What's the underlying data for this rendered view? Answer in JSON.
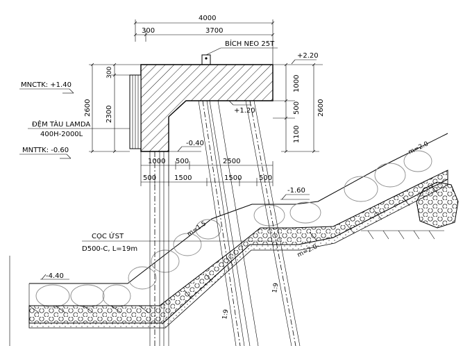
{
  "dims": {
    "total_width": "4000",
    "left_offset": "300",
    "right_span": "3700",
    "cap_total_height": "2600",
    "cap_upper": "300",
    "cap_main": "2300",
    "right_1000": "1000",
    "right_500": "500",
    "right_1100": "1100",
    "right_2600": "2600",
    "below_1000": "1000",
    "below_500a": "500",
    "below_2500": "2500",
    "row2_500a": "500",
    "row2_1500a": "1500",
    "row2_1500b": "1500",
    "row2_500b": "500"
  },
  "levels": {
    "top": "+2.20",
    "mid": "+1.20",
    "bottom_cap": "-0.40",
    "slope_crest": "-1.60",
    "seabed": "-4.40"
  },
  "labels": {
    "bollard": "BÍCH NEO 25T",
    "mnctk": "MNCTK: +1.40",
    "fender_title": "ĐỆM TÀU LAMDA",
    "fender_spec": "400H-2000L",
    "mnttk": "MNTTK: -0.60",
    "pile_title": "CỌC ỨST",
    "pile_spec": "D500-C, L=19m",
    "slope_m15": "m=1.5",
    "slope_m20a": "m=2.0",
    "slope_m20b": "m=2.0",
    "batter_a": "1:9",
    "batter_b": "1:9"
  }
}
